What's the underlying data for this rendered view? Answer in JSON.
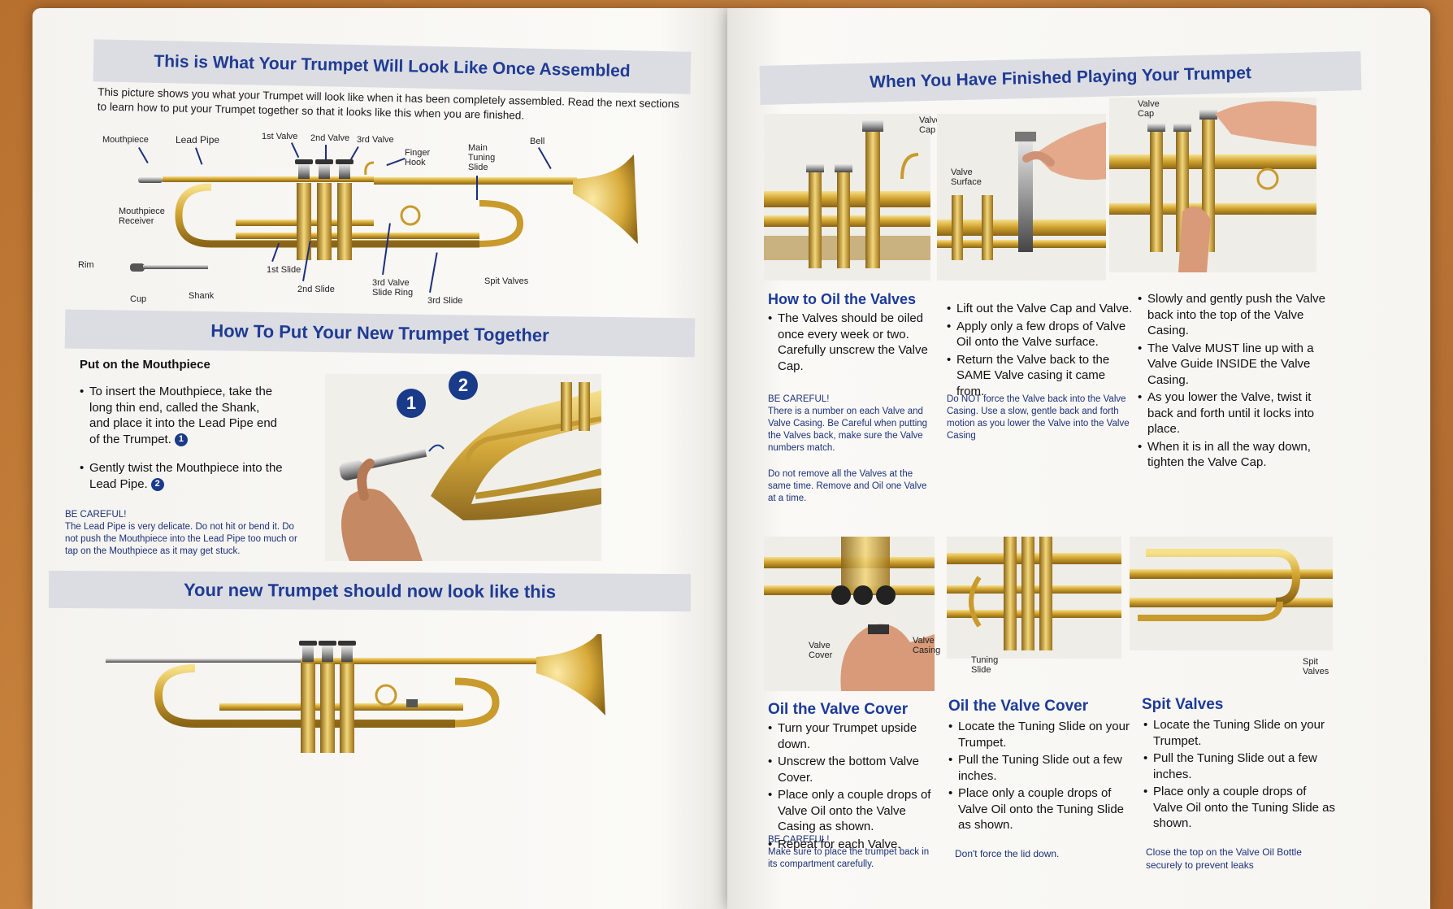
{
  "left": {
    "assembled_title": "This is What Your Trumpet Will Look Like Once Assembled",
    "assembled_intro": "This picture shows you what your Trumpet will look like when it has been completely assembled. Read the next sections to learn how to put your Trumpet together so that it looks like this when you are finished.",
    "parts": {
      "mouthpiece": "Mouthpiece",
      "lead_pipe": "Lead Pipe",
      "valve1": "1st Valve",
      "valve2": "2nd Valve",
      "valve3": "3rd Valve",
      "finger_hook": "Finger Hook",
      "main_tuning_slide": "Main Tuning Slide",
      "bell": "Bell",
      "mouthpiece_receiver": "Mouthpiece Receiver",
      "rim": "Rim",
      "cup": "Cup",
      "shank": "Shank",
      "slide1": "1st Slide",
      "slide2": "2nd Slide",
      "slide_ring3": "3rd Valve Slide Ring",
      "slide3": "3rd Slide",
      "spit_valves": "Spit Valves"
    },
    "together_title": "How To Put Your New Trumpet Together",
    "mouthpiece_heading": "Put on the Mouthpiece",
    "mouthpiece_bullets": [
      "To insert the Mouthpiece, take the long thin end, called the Shank, and place it into the Lead Pipe end of the Trumpet.",
      "Gently twist the Mouthpiece into the Lead Pipe."
    ],
    "badge1": "1",
    "badge2": "2",
    "careful_head": "BE CAREFUL!",
    "careful_text": "The Lead Pipe is very delicate. Do not hit or bend it. Do not push the Mouthpiece into the Lead Pipe too much or tap on the Mouthpiece as it may get stuck.",
    "final_title": "Your new Trumpet should now look like this"
  },
  "right": {
    "finished_title": "When You Have Finished Playing Your Trumpet",
    "photo_labels": {
      "valve_cap_a": "Valve Cap",
      "valve_surface": "Valve Surface",
      "valve_cap_b": "Valve Cap",
      "valve_cover": "Valve Cover",
      "valve_casing": "Valve Casing",
      "tuning_slide": "Tuning Slide",
      "spit_valves": "Spit Valves"
    },
    "oil_valves_title": "How to Oil the Valves",
    "oil_valves_col1": [
      "The Valves should be oiled once every week or two. Carefully unscrew the Valve Cap."
    ],
    "careful1_head": "BE CAREFUL!",
    "careful1_text": "There is a number on each Valve and Valve Casing. Be Careful when putting the Valves back, make sure the Valve numbers match.",
    "careful1_text2": "Do not remove all the Valves at the same time. Remove and Oil one Valve at a time.",
    "oil_valves_col2": [
      "Lift out the Valve Cap and Valve.",
      "Apply only a few drops of Valve Oil onto the Valve surface.",
      "Return the Valve back to the SAME Valve casing it came from."
    ],
    "note_col2": "Do NOT force the Valve back into the Valve Casing. Use a slow, gentle back and forth motion as you lower the Valve into the Valve Casing",
    "oil_valves_col3": [
      "Slowly and gently push the Valve back into the top of the Valve Casing.",
      "The Valve MUST line up with a Valve Guide INSIDE the Valve Casing.",
      "As you lower the Valve, twist it back and forth until it locks into place.",
      "When it is in all the way down, tighten the Valve Cap."
    ],
    "cover_title": "Oil the Valve Cover",
    "cover_bullets": [
      "Turn your Trumpet upside down.",
      "Unscrew the bottom Valve Cover.",
      "Place only a couple drops of Valve Oil onto the Valve Casing as shown.",
      "Repeat for each Valve."
    ],
    "cover_careful_head": "BE CAREFUL!",
    "cover_careful_text": "Make sure to place the trumpet back in its compartment carefully.",
    "cover2_title": "Oil the Valve Cover",
    "cover2_bullets": [
      "Locate the Tuning Slide on your Trumpet.",
      "Pull the Tuning Slide out a few inches.",
      "Place only a couple drops of Valve Oil onto the Tuning Slide as shown."
    ],
    "cover2_note": "Don't force the lid down.",
    "spit_title": "Spit Valves",
    "spit_bullets": [
      "Locate the Tuning Slide on your Trumpet.",
      "Pull the Tuning Slide out a few inches.",
      "Place only a couple drops of Valve Oil onto the Tuning Slide as shown."
    ],
    "spit_note": "Close the top on the Valve Oil Bottle securely to prevent leaks"
  },
  "colors": {
    "heading_blue": "#1d3a9a",
    "band_gray": "#dcdde3",
    "brass": "#d4a935",
    "wood": "#b8702e"
  }
}
